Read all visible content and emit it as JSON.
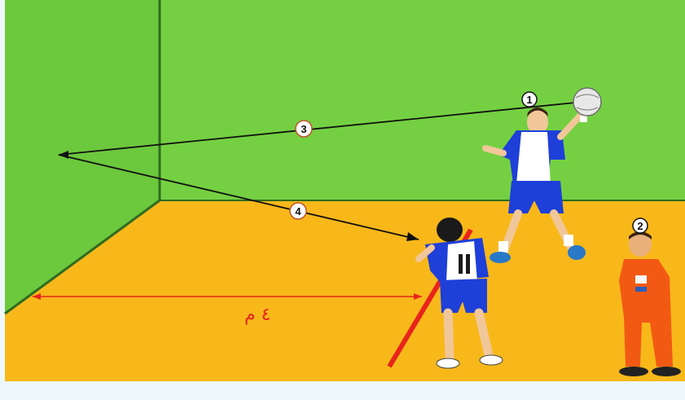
{
  "markers": {
    "attacker": "1",
    "referee": "2",
    "throw_path": "3",
    "rebound_path": "4"
  },
  "distance_label": "٤ م",
  "colors": {
    "wall": "#74d042",
    "floor": "#f8b81a",
    "shirt_blue": "#1e3fd8",
    "referee_orange": "#f25a14",
    "line_red": "#e8241c"
  }
}
